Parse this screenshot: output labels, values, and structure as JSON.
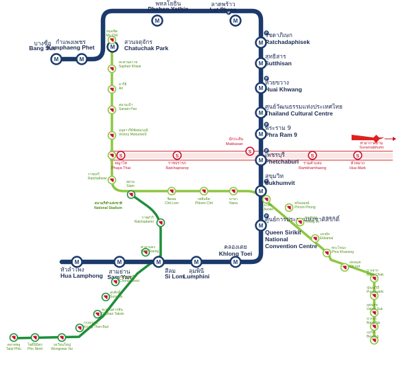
{
  "colors": {
    "mrt_blue": "#1b3a6b",
    "bts_sukhumvit": "#8ec641",
    "bts_silom": "#1d8f3a",
    "arl": "#c8102e",
    "arl_red": "#e02020",
    "station_badge": "#c8102e"
  },
  "legend": {
    "airport_icon": "airplane-icon",
    "airport_th": "ท่าอากาศยาน",
    "airport_en": "Suvarnabhumi"
  },
  "mrt_stations": [
    {
      "id": "bang-sue",
      "th": "บางซื่อ",
      "en": "Bang Sue",
      "park": false
    },
    {
      "id": "kamphaeng-phet",
      "th": "กำแพงเพชร",
      "en": "Kamphaeng Phet",
      "park": false
    },
    {
      "id": "chatuchak-park",
      "th": "สวนจตุจักร",
      "en": "Chatuchak Park",
      "park": false
    },
    {
      "id": "phahon-yothin",
      "th": "พหลโยธิน",
      "en": "Phahon Yothin",
      "park": false
    },
    {
      "id": "lat-phrao",
      "th": "ลาดพร้าว",
      "en": "Lat Phrao",
      "park": true
    },
    {
      "id": "ratchadaphisek",
      "th": "รัชดาภิเษก",
      "en": "Ratchadaphisek",
      "park": true
    },
    {
      "id": "sutthisan",
      "th": "สุทธิสาร",
      "en": "Sutthisan",
      "park": false
    },
    {
      "id": "huai-khwang",
      "th": "ห้วยขวาง",
      "en": "Huai Khwang",
      "park": true
    },
    {
      "id": "thailand-cultural-centre",
      "th": "ศูนย์วัฒนธรรมแห่งประเทศไทย",
      "en": "Thailand Cultural Centre",
      "park": false
    },
    {
      "id": "phra-ram-9",
      "th": "พระราม 9",
      "en": "Phra Ram 9",
      "park": true
    },
    {
      "id": "phetchaburi",
      "th": "เพชรบุรี",
      "en": "Phetchaburi",
      "park": true
    },
    {
      "id": "sukhumvit",
      "th": "สุขุมวิท",
      "en": "Sukhumvit",
      "park": true
    },
    {
      "id": "qsncc",
      "th": "ศูนย์การประชุมแห่งชาติสิริกิติ์",
      "en": "Queen Sirikit National Convention Centre",
      "park": true
    },
    {
      "id": "khlong-toei",
      "th": "คลองเตย",
      "en": "Khlong Toei",
      "park": false
    },
    {
      "id": "lumphini",
      "th": "ลุมพินี",
      "en": "Lumphini",
      "park": false
    },
    {
      "id": "si-lom",
      "th": "สีลม",
      "en": "Si Lom",
      "park": false
    },
    {
      "id": "sam-yan",
      "th": "สามย่าน",
      "en": "Sam Yan",
      "park": false
    },
    {
      "id": "hua-lamphong",
      "th": "หัวลำโพง",
      "en": "Hua Lamphong",
      "park": false
    }
  ],
  "bts_sukhumvit_stations": [
    {
      "id": "mo-chit",
      "th": "หมอชิต",
      "en": "Mo Chit"
    },
    {
      "id": "saphan-khwai",
      "th": "สะพานควาย",
      "en": "Saphan Khwai"
    },
    {
      "id": "ari",
      "th": "อารีย์",
      "en": "Ari"
    },
    {
      "id": "sanam-pao",
      "th": "สนามเป้า",
      "en": "Sanam Pao"
    },
    {
      "id": "victory-monument",
      "th": "อนุสาวรีย์ชัยสมรภูมิ",
      "en": "Victory Monument"
    },
    {
      "id": "phaya-thai",
      "th": "พญาไท",
      "en": "Phaya Thai"
    },
    {
      "id": "ratchathewi",
      "th": "ราชเทวี",
      "en": "Ratchathewi"
    },
    {
      "id": "siam",
      "th": "สยาม",
      "en": "Siam"
    },
    {
      "id": "chit-lom",
      "th": "ชิดลม",
      "en": "Chit Lom"
    },
    {
      "id": "phloen-chit",
      "th": "เพลินจิต",
      "en": "Phloen Chit"
    },
    {
      "id": "nana",
      "th": "นานา",
      "en": "Nana"
    },
    {
      "id": "asoke",
      "th": "อโศก",
      "en": "Asoke"
    },
    {
      "id": "phrom-phong",
      "th": "พร้อมพงษ์",
      "en": "Phrom Phong"
    },
    {
      "id": "thong-lo",
      "th": "ทองหล่อ",
      "en": "Thong Lo"
    },
    {
      "id": "ekkamai",
      "th": "เอกมัย",
      "en": "Ekkamai"
    },
    {
      "id": "phra-khanong",
      "th": "พระโขนง",
      "en": "Phra Khanong"
    },
    {
      "id": "on-nut",
      "th": "อ่อนนุช",
      "en": "On nut"
    },
    {
      "id": "bang-chak",
      "th": "บางจาก",
      "en": "Bang Chak"
    },
    {
      "id": "punnawithi",
      "th": "ปุณณวิถี",
      "en": "Punnawithi"
    },
    {
      "id": "udom-suk",
      "th": "อุดมสุข",
      "en": "Udom Suk"
    },
    {
      "id": "bang-na",
      "th": "บางนา",
      "en": "Bang Na"
    },
    {
      "id": "bearing",
      "th": "แบริ่ง",
      "en": "Bearing"
    }
  ],
  "bts_silom_stations": [
    {
      "id": "national-stadium",
      "th": "สนามกีฬาแห่งชาติ",
      "en": "National Stadium"
    },
    {
      "id": "ratchadamri",
      "th": "ราชดำริ",
      "en": "Ratchadamri"
    },
    {
      "id": "sala-daeng",
      "th": "ศาลาแดง",
      "en": "Sala Daeng"
    },
    {
      "id": "chong-nonsi",
      "th": "ช่องนนทรี",
      "en": "Chong Nonsi"
    },
    {
      "id": "surasak",
      "th": "สุรศักดิ์",
      "en": "Surasak"
    },
    {
      "id": "saphan-taksin",
      "th": "สะพานตากสิน",
      "en": "Saphan Taksin"
    },
    {
      "id": "krung-thon-buri",
      "th": "กรุงธนบุรี",
      "en": "Krung Thon Buri"
    },
    {
      "id": "wongwian-yai",
      "th": "วงเวียนใหญ่",
      "en": "Wongwian Yai"
    },
    {
      "id": "pho-nimit",
      "th": "โพธิ์นิมิตร",
      "en": "Pho Nimit"
    },
    {
      "id": "talat-phlu",
      "th": "ตลาดพลู",
      "en": "Talat Phlu"
    }
  ],
  "arl_stations": [
    {
      "id": "arl-phaya-thai",
      "th": "พญาไท",
      "en": "Phaya Thai"
    },
    {
      "id": "ratchaprarop",
      "th": "ราชปรารภ",
      "en": "Ratchaprarop"
    },
    {
      "id": "makkasan",
      "th": "มักกะสัน",
      "en": "Makkasan"
    },
    {
      "id": "ramkhamhaeng",
      "th": "รามคำแหง",
      "en": "Ramkhamhaeng"
    },
    {
      "id": "hua-mark",
      "th": "หัวหมาก",
      "en": "Hua Mark"
    }
  ]
}
